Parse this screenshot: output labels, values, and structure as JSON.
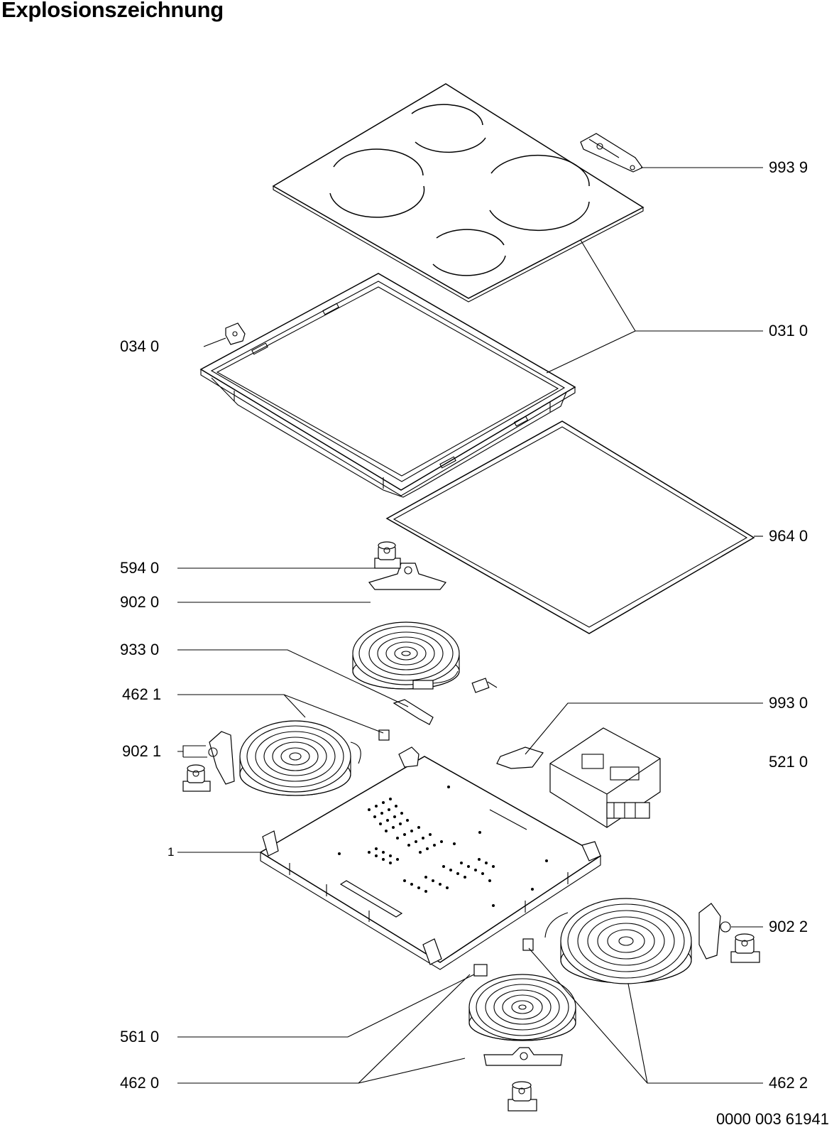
{
  "title": "Explosionszeichnung",
  "document_number": "0000 003 61941",
  "labels": {
    "l9939": "993 9",
    "l0310": "031 0",
    "l0340": "034 0",
    "l9640": "964 0",
    "l5940": "594 0",
    "l9020": "902 0",
    "l9330": "933 0",
    "l4621": "462 1",
    "l9930": "993 0",
    "l9021": "902 1",
    "l5210": "521 0",
    "l1": "1",
    "l9022": "902 2",
    "l5610": "561 0",
    "l4620": "462 0",
    "l4622": "462 2"
  }
}
